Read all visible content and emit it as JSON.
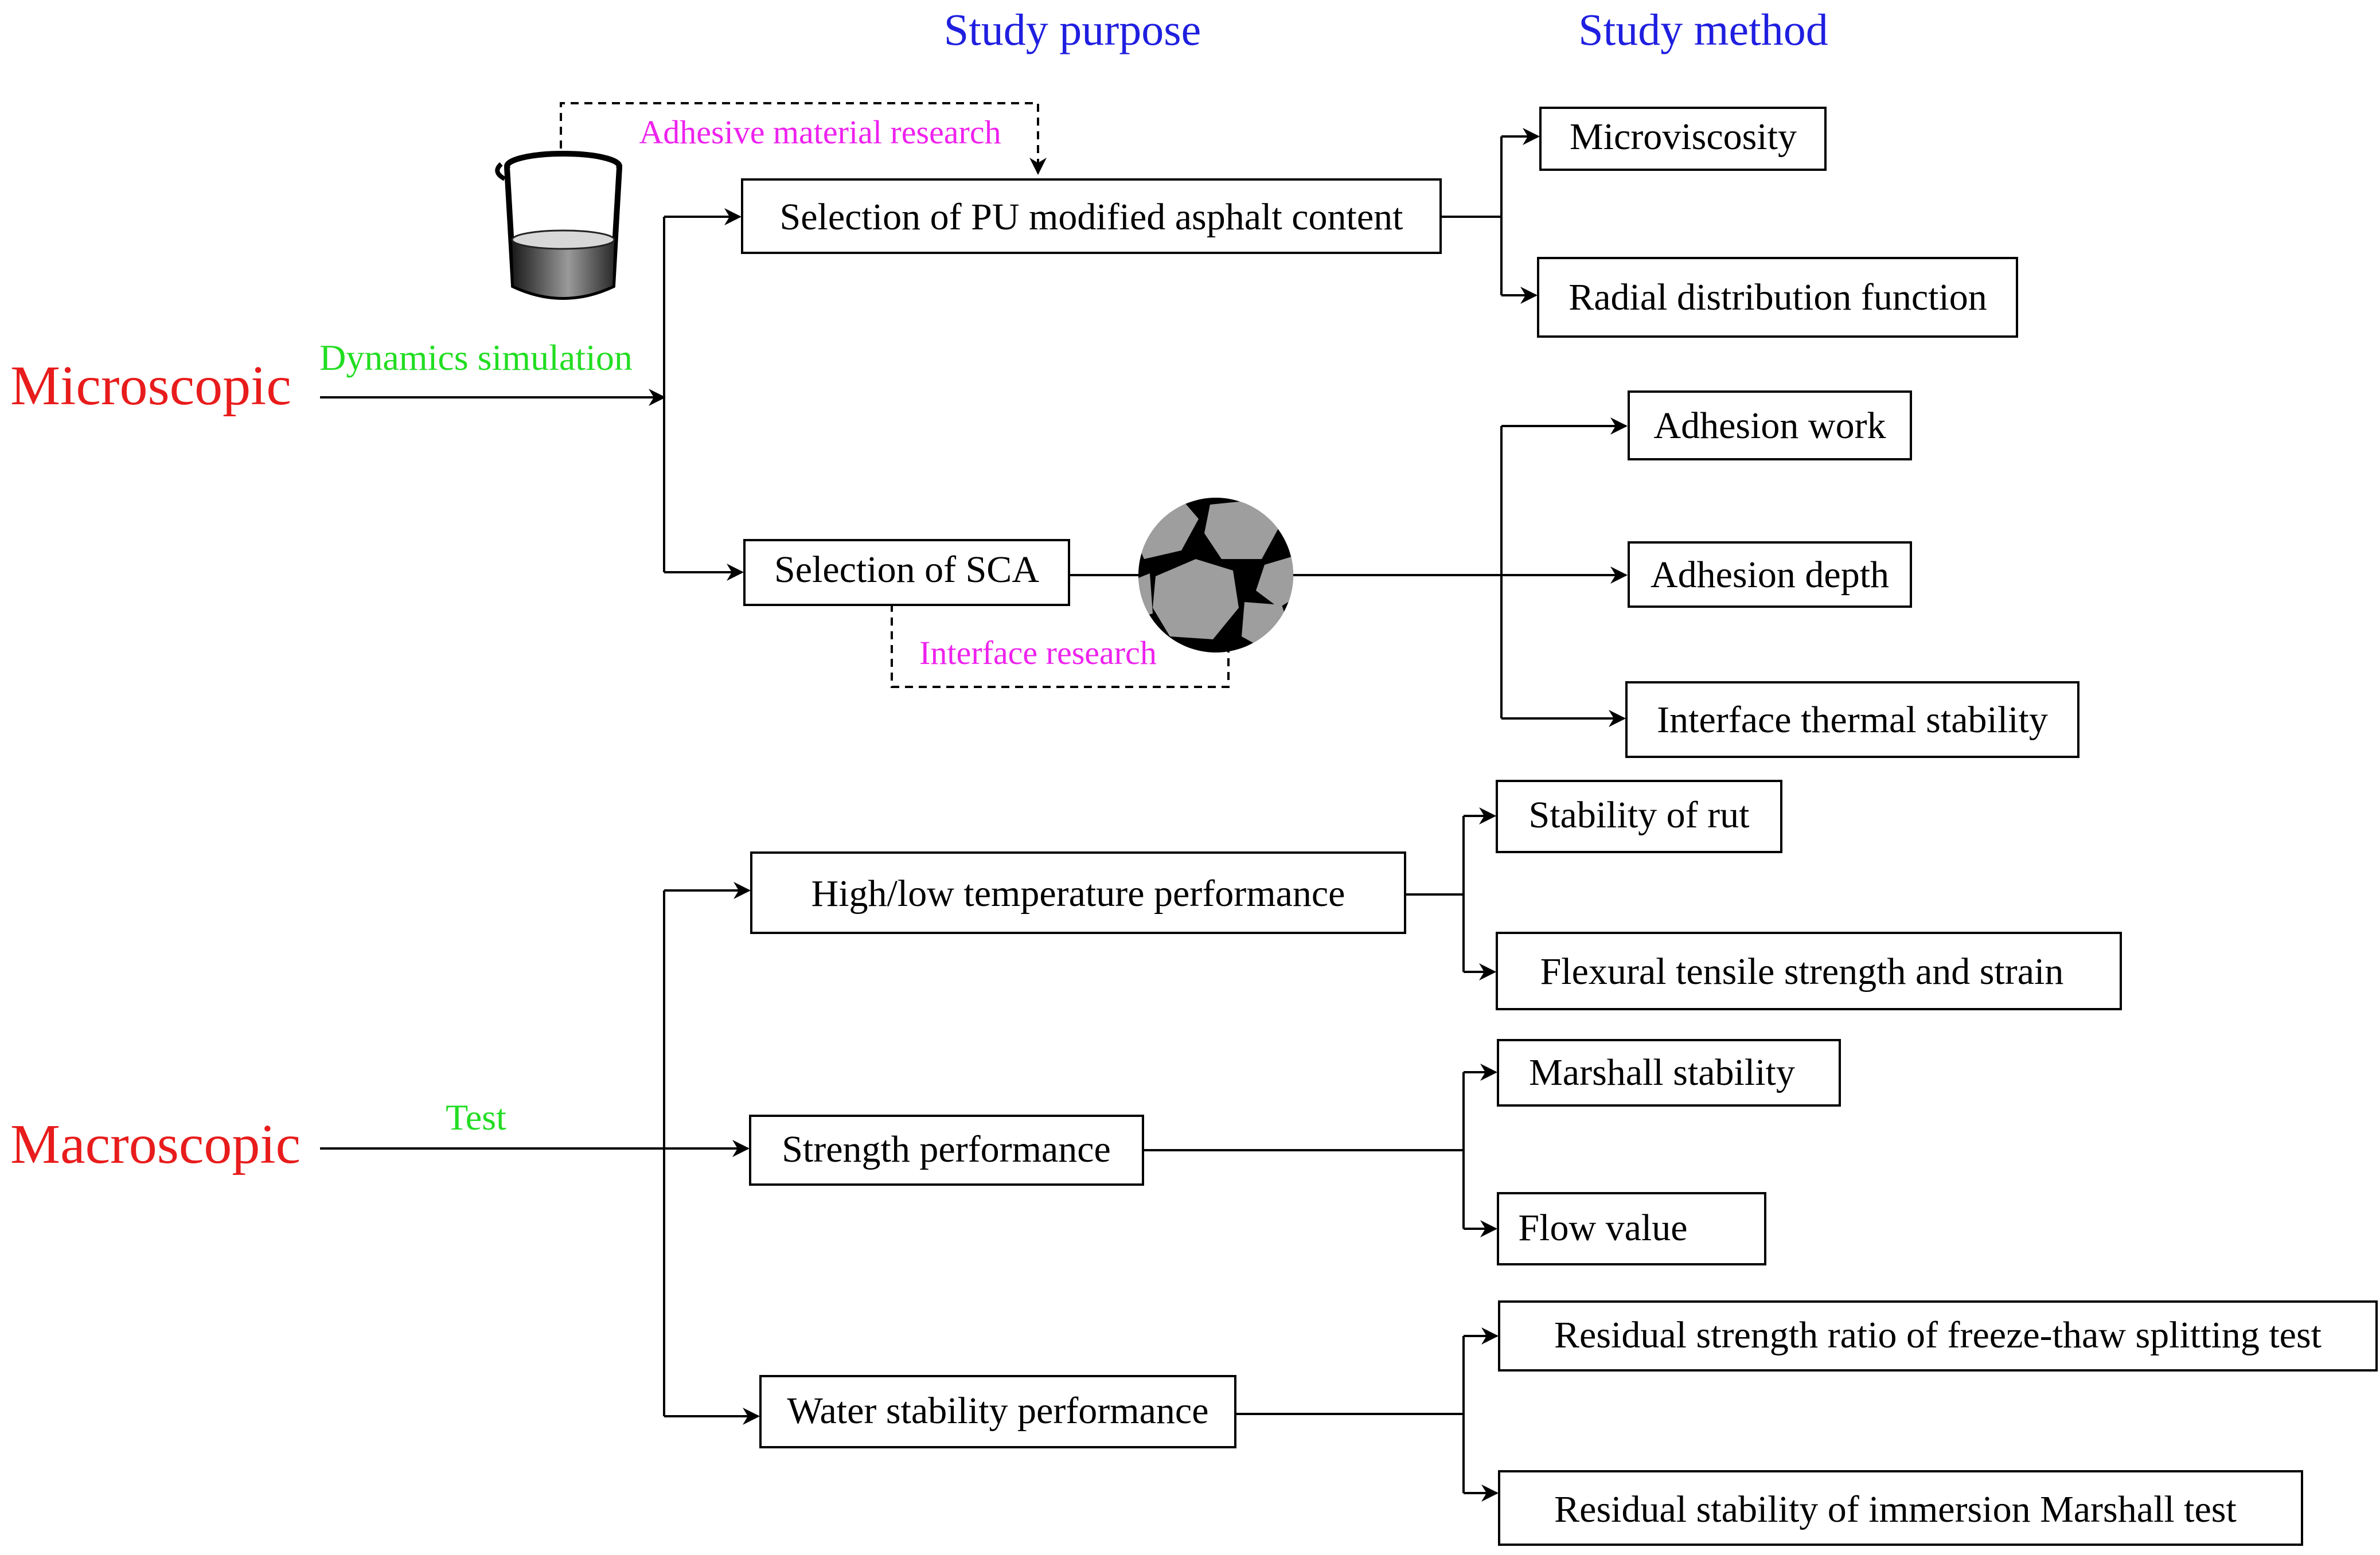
{
  "headers": {
    "study_purpose": "Study purpose",
    "study_method": "Study method"
  },
  "levels": {
    "microscopic": "Microscopic",
    "macroscopic": "Macroscopic"
  },
  "edge_labels": {
    "dynamics_simulation": "Dynamics simulation",
    "test": "Test",
    "adhesive_material_research": "Adhesive material research",
    "interface_research": "Interface research"
  },
  "purposes": {
    "pu_content": "Selection of PU modified asphalt content",
    "sca": "Selection of SCA",
    "high_low_temp": "High/low temperature performance",
    "strength": "Strength performance",
    "water_stability": "Water stability performance"
  },
  "methods": {
    "microviscosity": "Microviscosity",
    "rdf": "Radial distribution function",
    "adhesion_work": "Adhesion work",
    "adhesion_depth": "Adhesion depth",
    "interface_thermal": "Interface thermal stability",
    "rut": "Stability of rut",
    "flexural": "Flexural tensile strength and strain",
    "marshall": "Marshall stability",
    "flow": "Flow value",
    "freeze_thaw": "Residual strength ratio of freeze-thaw splitting test",
    "immersion": "Residual stability of immersion Marshall test"
  },
  "colors": {
    "header": "#1f1fe0",
    "level": "#e81c1c",
    "edge_green": "#22dd22",
    "edge_magenta": "#ee22ee"
  },
  "icons": {
    "beaker": "beaker-icon",
    "aggregate": "aggregate-cross-section-icon"
  }
}
